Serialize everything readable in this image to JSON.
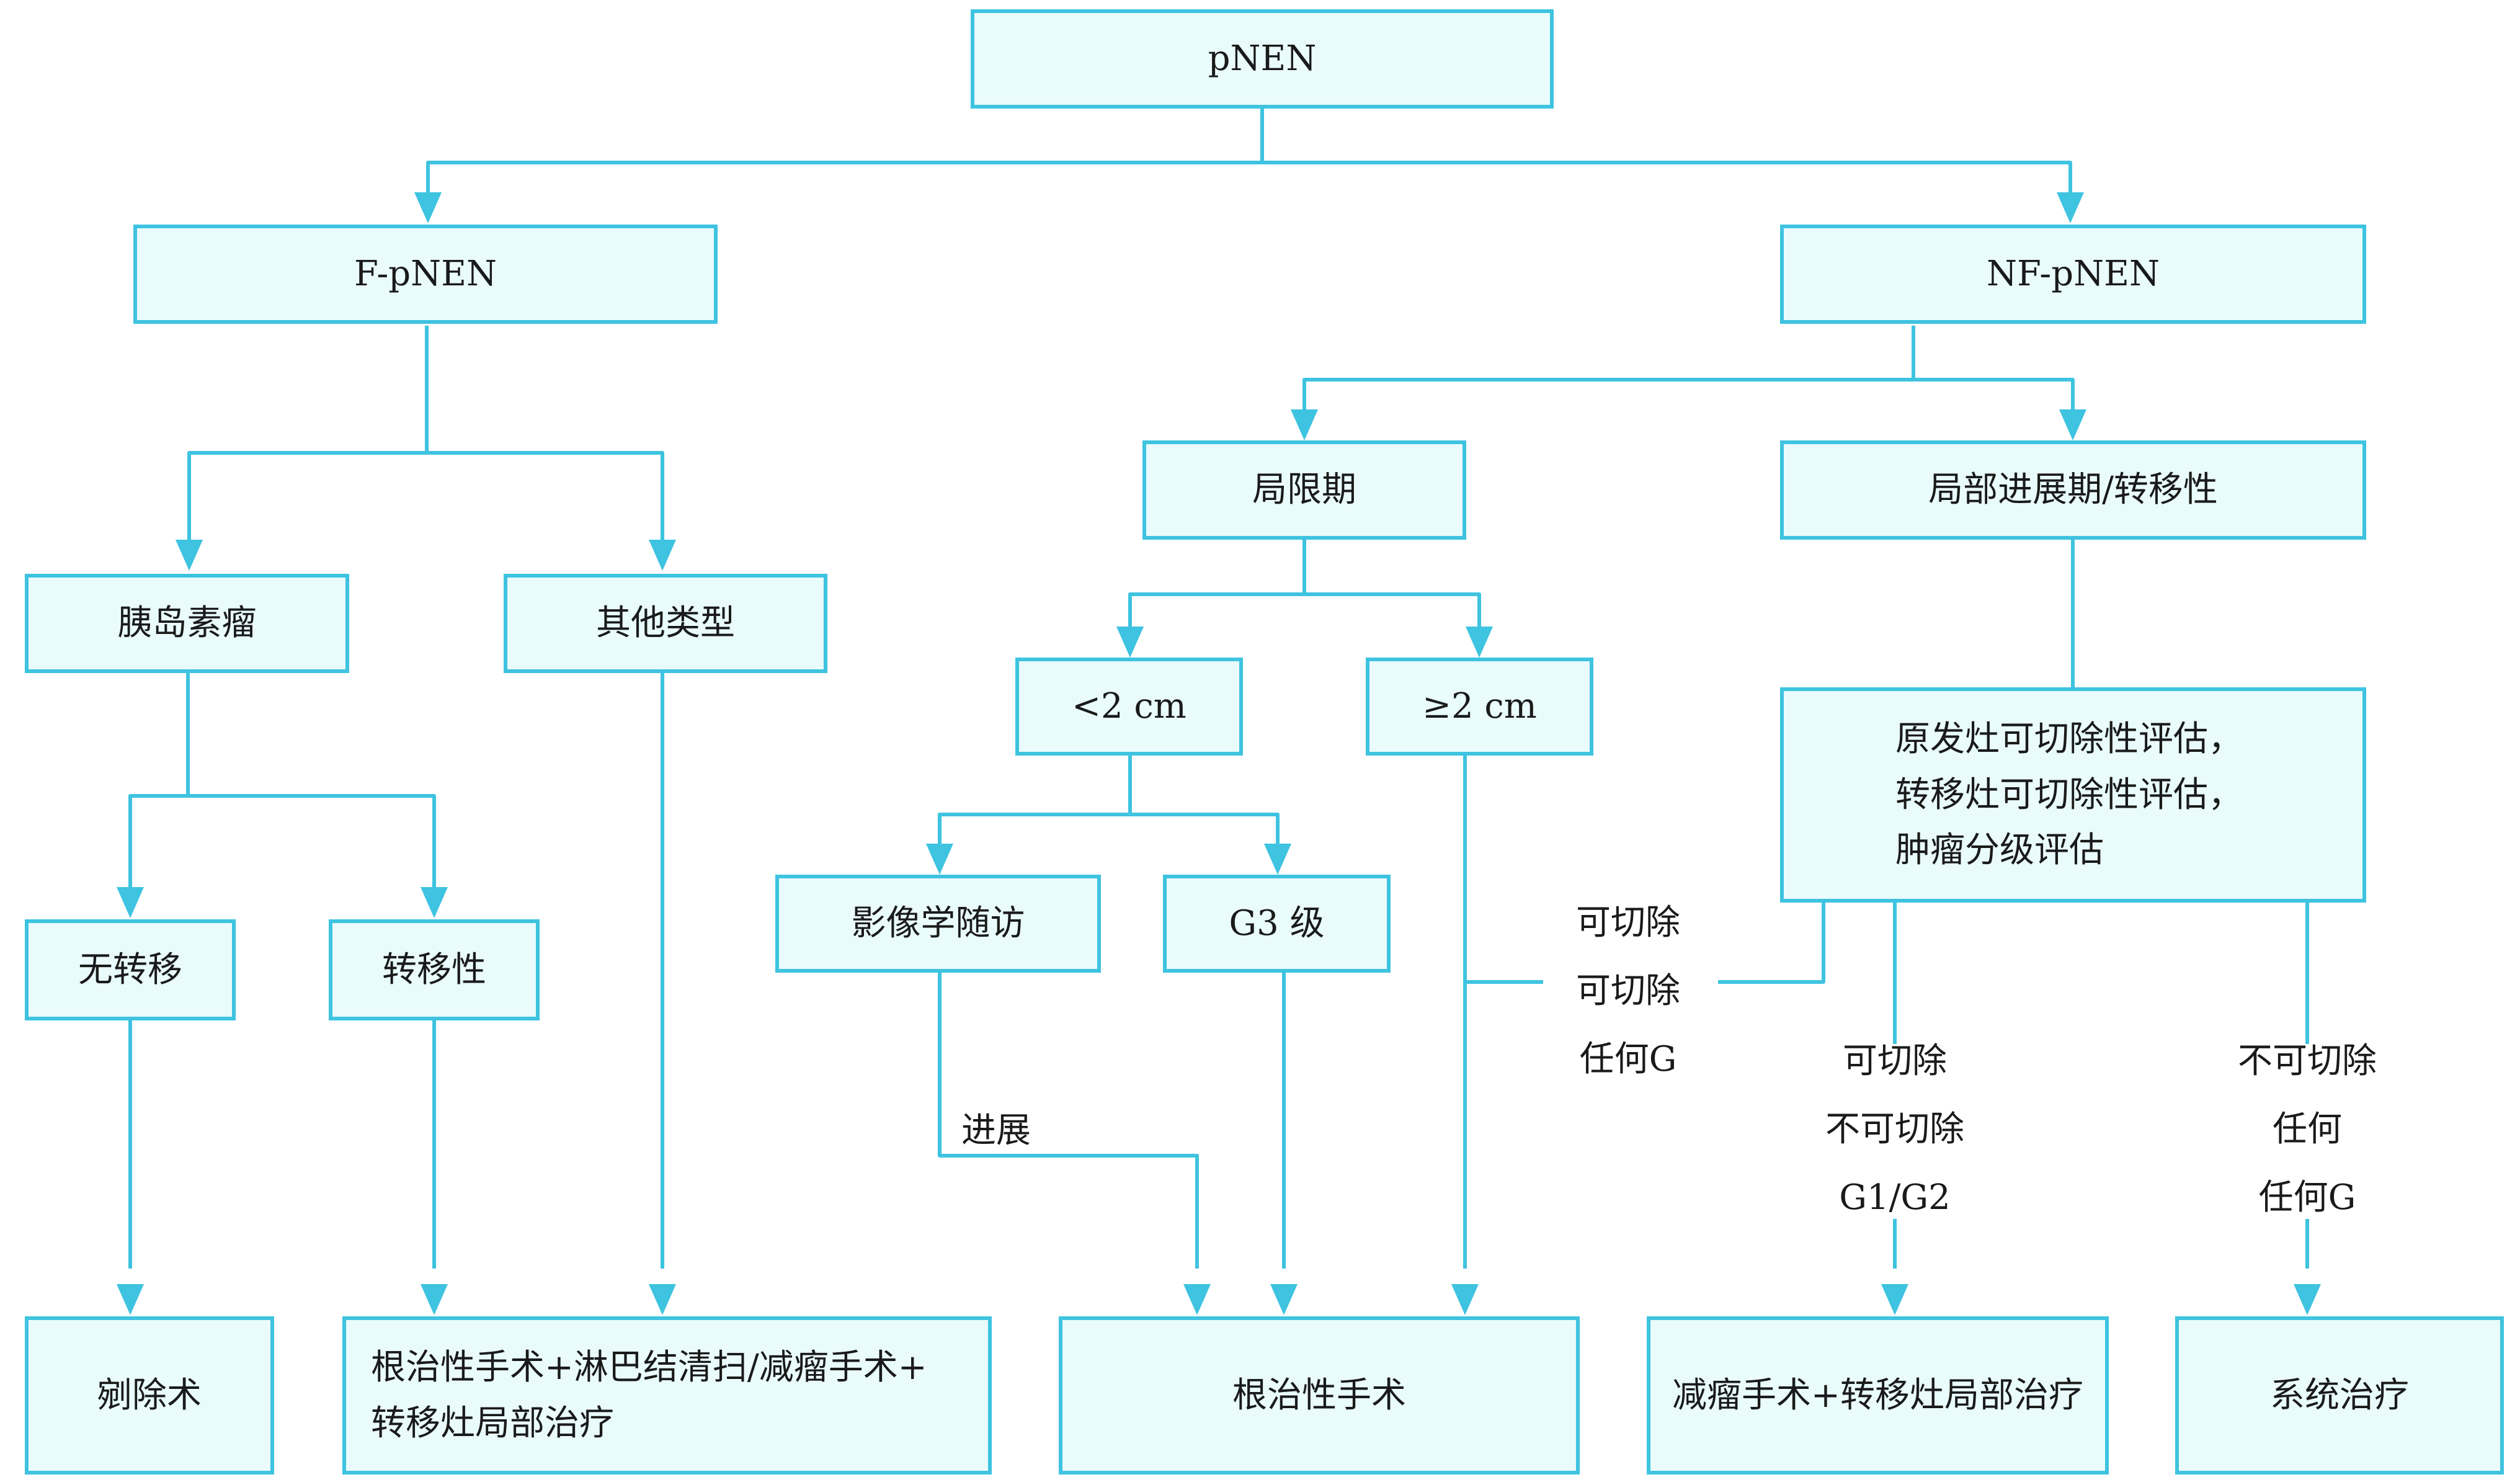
{
  "root": "pNEN",
  "level1": {
    "functional": "F-pNEN",
    "nonfunctional": "NF-pNEN"
  },
  "f_branch": {
    "insulinoma": "胰岛素瘤",
    "other_types": "其他类型",
    "no_metastasis": "无转移",
    "metastatic": "转移性",
    "excision": "剜除术",
    "radical_combo_line1": "根治性手术+淋巴结清扫/减瘤手术+",
    "radical_combo_line2": "转移灶局部治疗"
  },
  "nf_branch": {
    "localized": "局限期",
    "advanced": "局部进展期/转移性",
    "lt2cm": "<2 cm",
    "ge2cm": "≥2 cm",
    "imaging_followup": "影像学随访",
    "g3": "G3 级",
    "progression": "进展",
    "assessment_line1": "原发灶可切除性评估，",
    "assessment_line2": "转移灶可切除性评估，",
    "assessment_line3": "肿瘤分级评估",
    "radical_surgery": "根治性手术",
    "debulking_local": "减瘤手术+转移灶局部治疗",
    "systemic_therapy": "系统治疗"
  },
  "edge_labels": {
    "resectable_anyG": [
      "可切除",
      "可切除",
      "任何G"
    ],
    "resectable_unresectable_g1g2": [
      "可切除",
      "不可切除",
      "G1/G2"
    ],
    "unresectable_any_anyG": [
      "不可切除",
      "任何",
      "任何G"
    ]
  },
  "colors": {
    "line": "#3ec3e0",
    "box_fill": "#e9fbfb",
    "box_border": "#3ec3e0"
  }
}
